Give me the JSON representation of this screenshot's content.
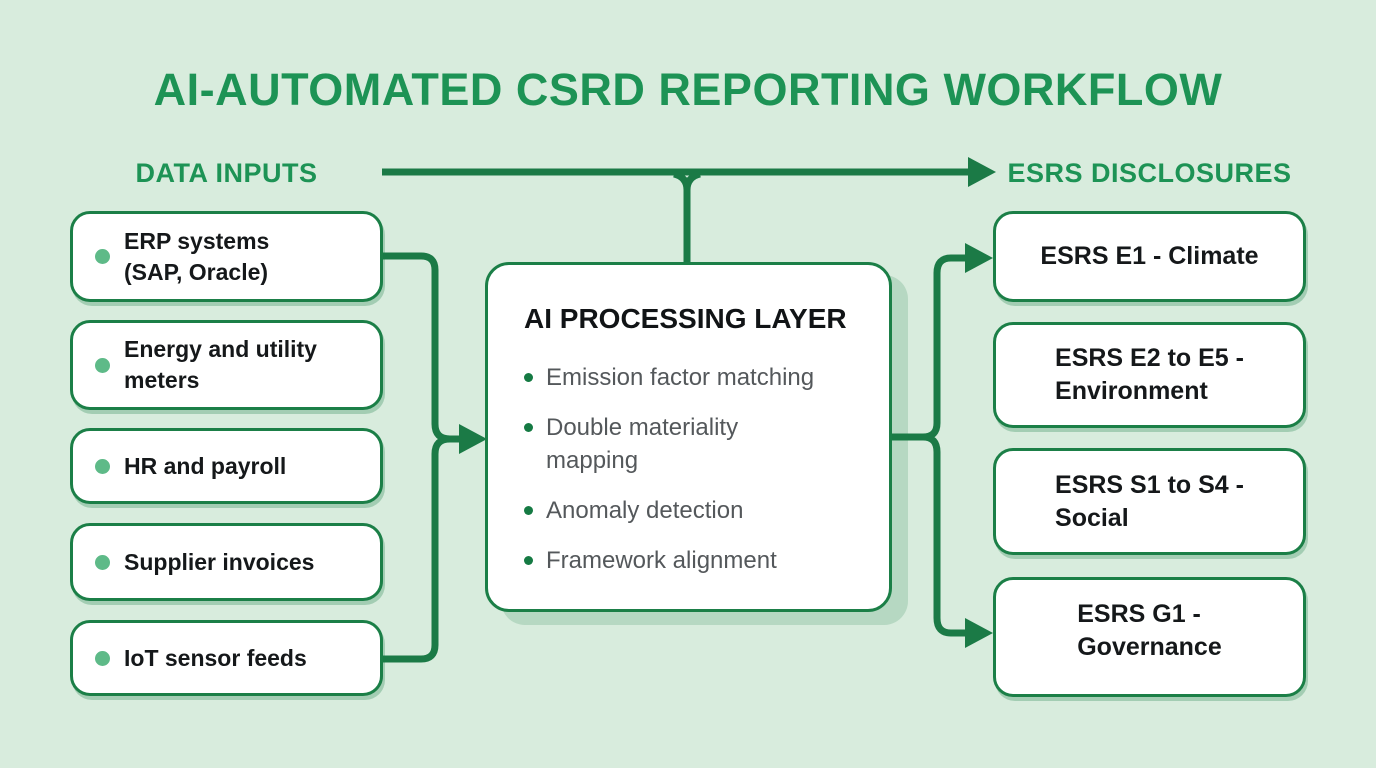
{
  "title": "AI-AUTOMATED CSRD REPORTING WORKFLOW",
  "colors": {
    "bg": "#d8ecdd",
    "heading": "#1d9355",
    "line": "#1b7a46",
    "border": "#1b7f47",
    "dot-light": "#5eba88",
    "dot-dark": "#157a43",
    "text-dark": "#15181a",
    "text-gray": "#54585b"
  },
  "data_inputs": {
    "heading": "DATA INPUTS",
    "items": [
      {
        "label": "ERP systems\n(SAP, Oracle)"
      },
      {
        "label": "Energy and utility\nmeters"
      },
      {
        "label": "HR and payroll"
      },
      {
        "label": "Supplier invoices"
      },
      {
        "label": "IoT sensor feeds"
      }
    ]
  },
  "processing": {
    "heading": "AI PROCESSING LAYER",
    "items": [
      {
        "label": "Emission factor matching"
      },
      {
        "label": "Double materiality\nmapping"
      },
      {
        "label": "Anomaly detection"
      },
      {
        "label": "Framework alignment"
      }
    ]
  },
  "disclosures": {
    "heading": "ESRS DISCLOSURES",
    "items": [
      {
        "label": "ESRS E1 - Climate"
      },
      {
        "label": "ESRS E2 to E5 -\nEnvironment"
      },
      {
        "label": "ESRS S1 to S4 -\nSocial"
      },
      {
        "label": "ESRS G1 -\nGovernance"
      }
    ]
  }
}
